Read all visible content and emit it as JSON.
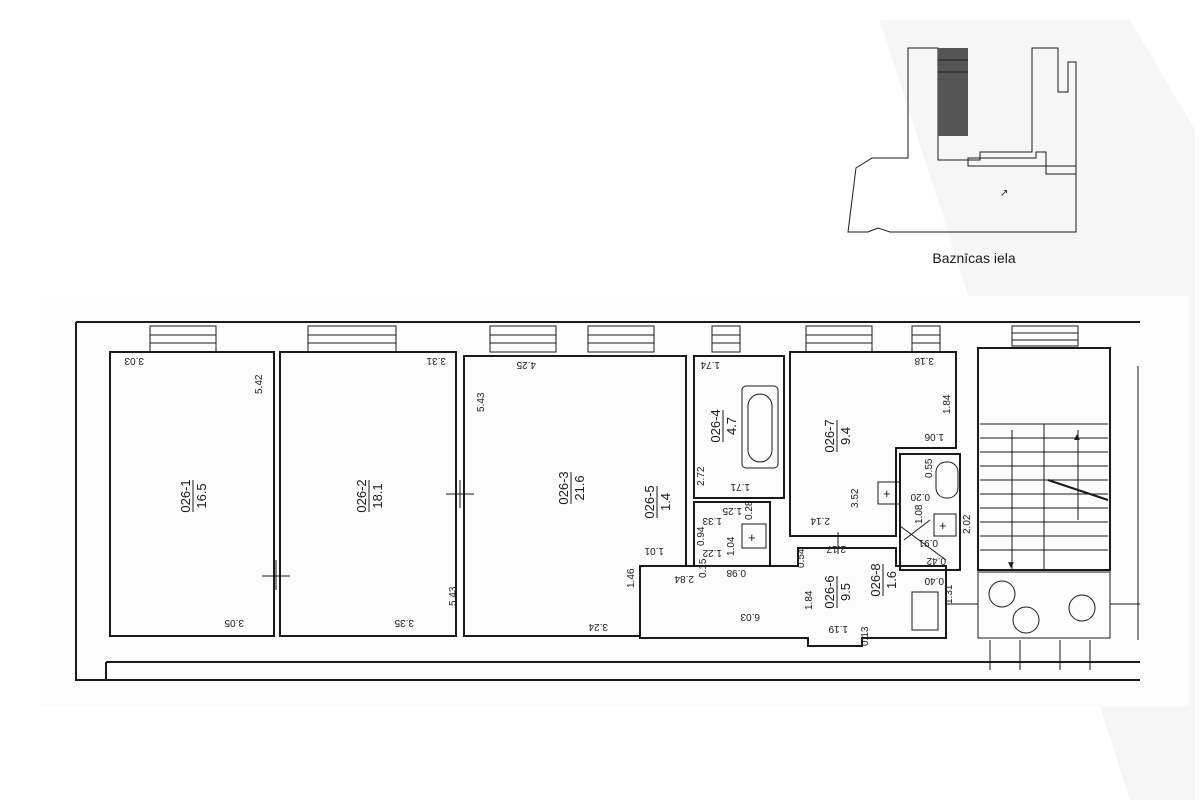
{
  "street_label": "Baznīcas iela",
  "rooms": [
    {
      "id": "026-1",
      "area": "16.5"
    },
    {
      "id": "026-2",
      "area": "18.1"
    },
    {
      "id": "026-3",
      "area": "21.6"
    },
    {
      "id": "026-4",
      "area": "4.7"
    },
    {
      "id": "026-5",
      "area": "1.4"
    },
    {
      "id": "026-6",
      "area": "9.5"
    },
    {
      "id": "026-7",
      "area": "9.4"
    },
    {
      "id": "026-8",
      "area": "1.6"
    }
  ],
  "dimensions": {
    "r1_top": "3.03",
    "r1_side": "5.42",
    "r1_bottom": "3.05",
    "r2_top": "3.31",
    "r2_bottom": "3.35",
    "r3_left_top": "5.43",
    "r3_left_bottom": "5.43",
    "r3_top": "4.25",
    "r3_bottom": "3.24",
    "r3_step": "1.01",
    "r4_top": "1.74",
    "r4_side": "2.72",
    "r4_bottom": "1.71",
    "r5_a": "1.25",
    "r5_b": "1.33",
    "r5_c": "0.28",
    "r5_d": "0.94",
    "r5_e": "1.22",
    "r5_f": "1.04",
    "r5_g": "0.15",
    "r5_h": "0.98",
    "corr_a": "1.46",
    "corr_b": "2.84",
    "corr_c": "6.03",
    "r6_a": "0.54",
    "r6_b": "1.84",
    "r6_c": "1.19",
    "r6_d": "0.13",
    "r6_e": "2.17",
    "r7_top": "3.18",
    "r7_side": "1.84",
    "r7_mid": "1.06",
    "r7_bottom": "2.14",
    "r7_h": "3.52",
    "r8_a": "0.55",
    "r8_b": "0.20",
    "r8_c": "1.08",
    "r8_d": "0.91",
    "r8_e": "2.02",
    "r8_f": "0.42",
    "r8_g": "0.40",
    "r8_h": "1.31"
  }
}
